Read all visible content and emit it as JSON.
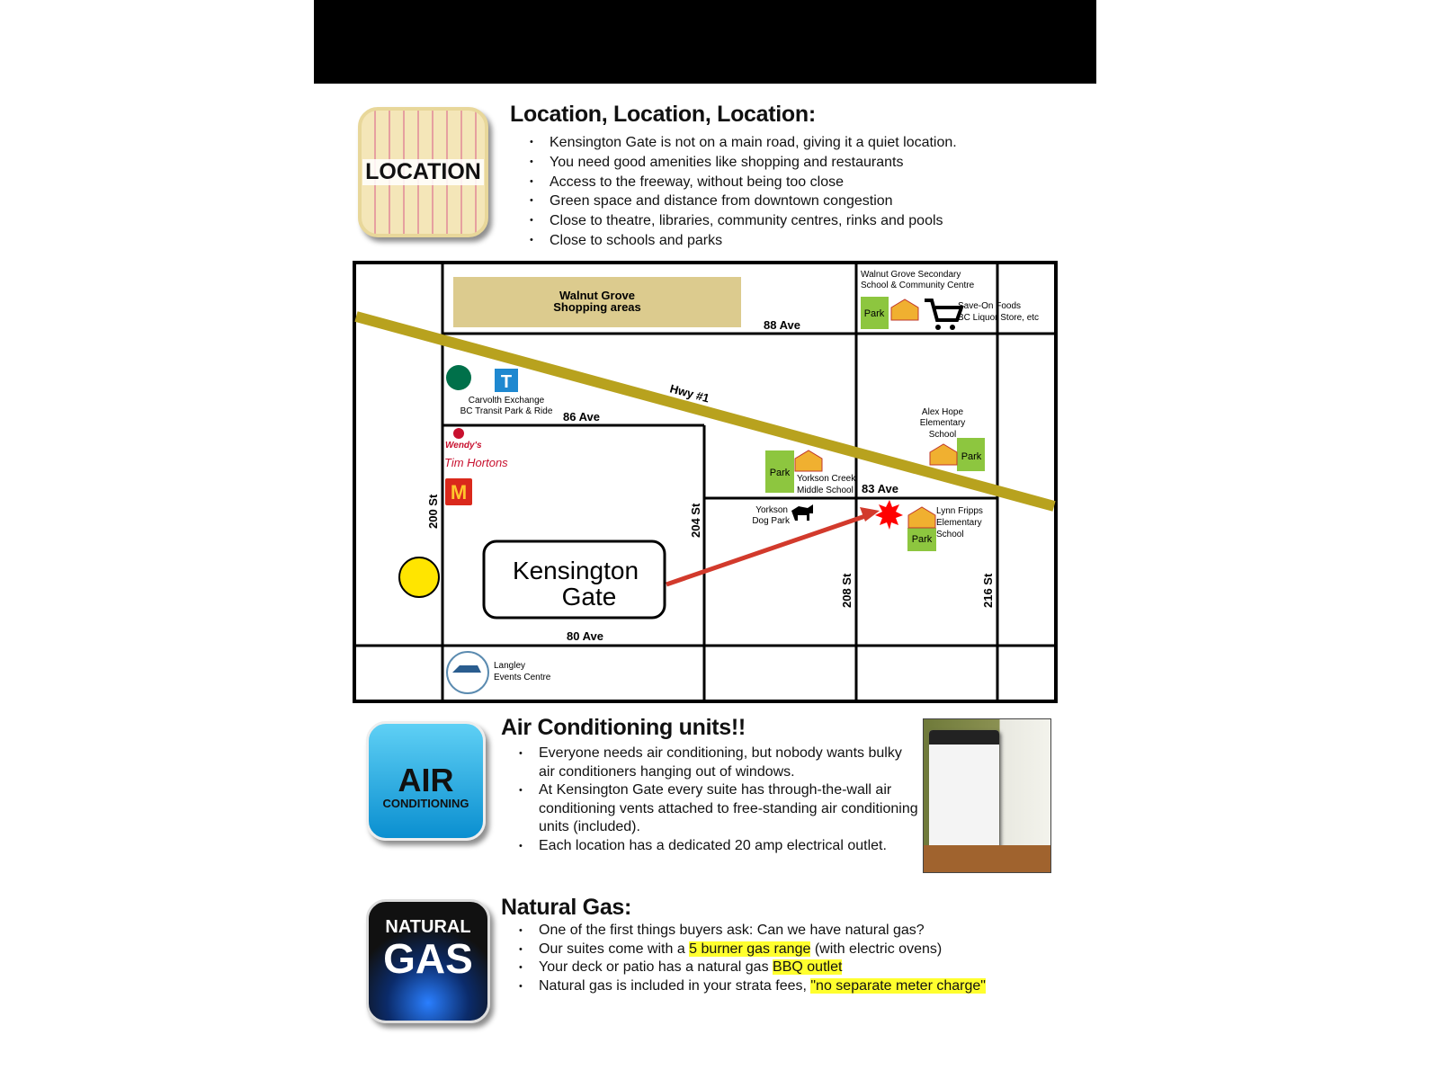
{
  "location": {
    "icon_label": "LOCATION",
    "title": "Location, Location, Location:",
    "bullets": [
      "Kensington Gate is not on a main road, giving it a quiet location.",
      "You need good amenities like shopping and restaurants",
      "Access to the freeway, without being too close",
      "Green space and distance from downtown congestion",
      "Close to theatre, libraries, community centres, rinks and pools",
      "Close to schools and parks"
    ]
  },
  "map": {
    "shopping": [
      "Walnut Grove",
      "Shopping areas"
    ],
    "roads": {
      "ave88": "88 Ave",
      "ave86": "86 Ave",
      "ave83": "83 Ave",
      "ave80": "80 Ave",
      "hwy": "Hwy #1",
      "st200": "200 St",
      "st204": "204 St",
      "st208": "208 St",
      "st216": "216 St"
    },
    "walnut_secondary": [
      "Walnut Grove Secondary",
      "School & Community Centre"
    ],
    "saveon": [
      "Save-On Foods",
      "BC Liquor Store, etc"
    ],
    "carvolth": [
      "Carvolth Exchange",
      "BC Transit Park & Ride"
    ],
    "alex_hope": [
      "Alex Hope",
      "Elementary",
      "School"
    ],
    "yorkson_creek": [
      "Yorkson Creek",
      "Middle School"
    ],
    "dog_park": [
      "Yorkson",
      "Dog Park"
    ],
    "lynn_fripps": [
      "Lynn Fripps",
      "Elementary",
      "School"
    ],
    "langley_events": [
      "Langley",
      "Events Centre"
    ],
    "park": "Park",
    "transit_letter": "T",
    "wendys": "Wendy's",
    "tim_hortons": "Tim Hortons",
    "mcdonalds": "M",
    "kensington": [
      "Kensington",
      "Gate"
    ]
  },
  "ac": {
    "icon_label_1": "AIR",
    "icon_label_2": "CONDITIONING",
    "title": "Air Conditioning units!!",
    "bullets": [
      "Everyone needs air conditioning, but nobody wants bulky air conditioners hanging out of windows.",
      "At Kensington Gate every suite has through-the-wall air conditioning vents attached to free-standing air conditioning units (included).",
      "Each location has a dedicated 20 amp electrical outlet."
    ]
  },
  "gas": {
    "icon_label_1": "NATURAL",
    "icon_label_2": "GAS",
    "title": "Natural Gas:",
    "b1": "One of the first things buyers ask: Can we have natural gas?",
    "b2_pre": "Our suites come with a ",
    "b2_hl": "5 burner gas range",
    "b2_post": " (with electric ovens)",
    "b3_pre": "Your deck or patio has a natural gas ",
    "b3_hl": "BBQ outlet",
    "b4_pre": "Natural gas is included in your strata fees, ",
    "b4_hl": "\"no separate meter charge\""
  },
  "colors": {
    "hwy": "#b8a21e",
    "park": "#8dc63f",
    "shopping": "#dccb8e",
    "arrow": "#d23a2c",
    "highlight": "#ffff2e"
  }
}
